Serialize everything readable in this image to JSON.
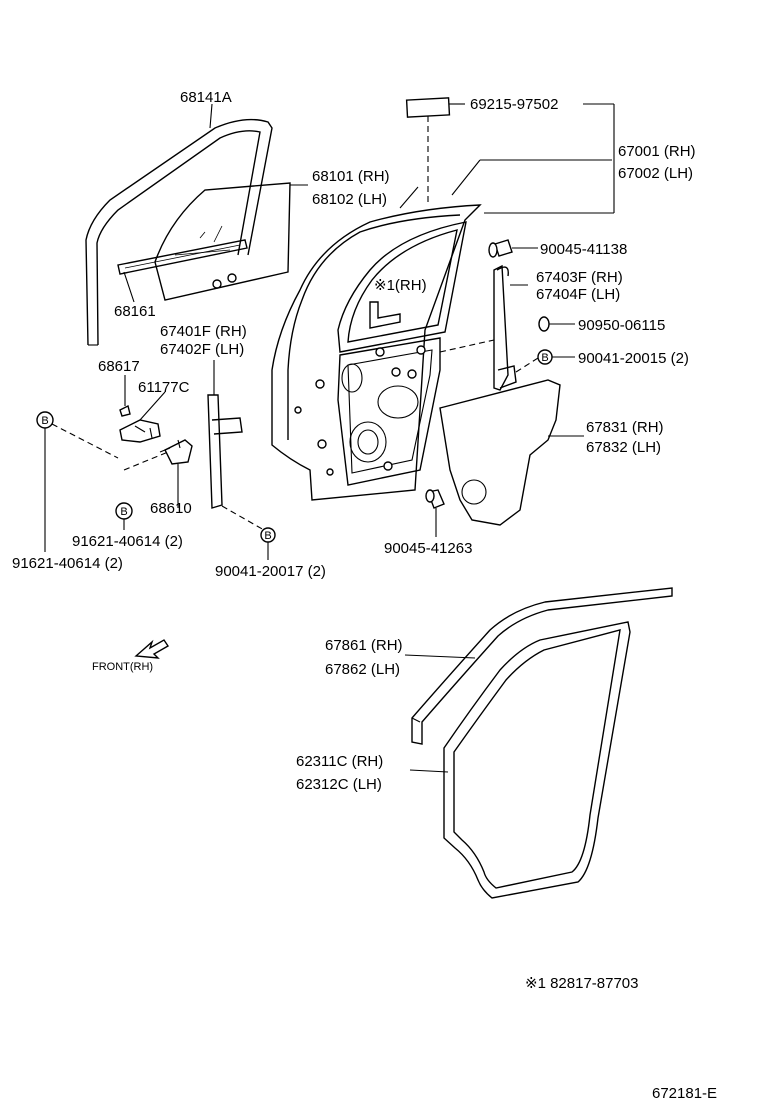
{
  "labels": {
    "p68141A": "68141A",
    "p6921597502": "69215-97502",
    "p67001": "67001 (RH)",
    "p67002": "67002 (LH)",
    "p68101": "68101 (RH)",
    "p68102": "68102 (LH)",
    "p9004541138": "90045-41138",
    "p67403F": "67403F (RH)",
    "p67404F": "67404F (LH)",
    "note1rh": "※1(RH)",
    "p68161": "68161",
    "p9095006115": "90950-06115",
    "p67401F": "67401F (RH)",
    "p67402F": "67402F (LH)",
    "p9004120015": "90041-20015 (2)",
    "p68617": "68617",
    "p61177C": "61177C",
    "p67831": "67831 (RH)",
    "p67832": "67832 (LH)",
    "p68610": "68610",
    "p9162140614a": "91621-40614 (2)",
    "p9004541263": "90045-41263",
    "p9162140614b": "91621-40614 (2)",
    "p9004120017": "90041-20017 (2)",
    "front": "FRONT(RH)",
    "p67861": "67861 (RH)",
    "p67862": "67862 (LH)",
    "p62311C": "62311C (RH)",
    "p62312C": "62312C (LH)",
    "footnote": "※1  82817-87703",
    "diagram_id": "672181-E"
  },
  "callout_letter": "B"
}
